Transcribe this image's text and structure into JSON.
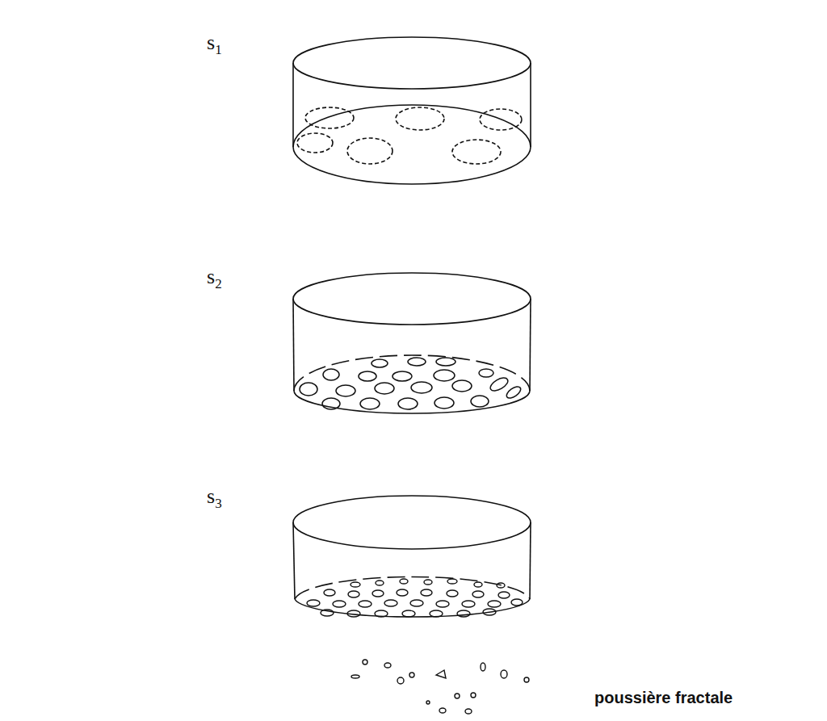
{
  "diagram": {
    "labels": [
      "s1",
      "s2",
      "s3",
      "poussière fractale"
    ]
  }
}
